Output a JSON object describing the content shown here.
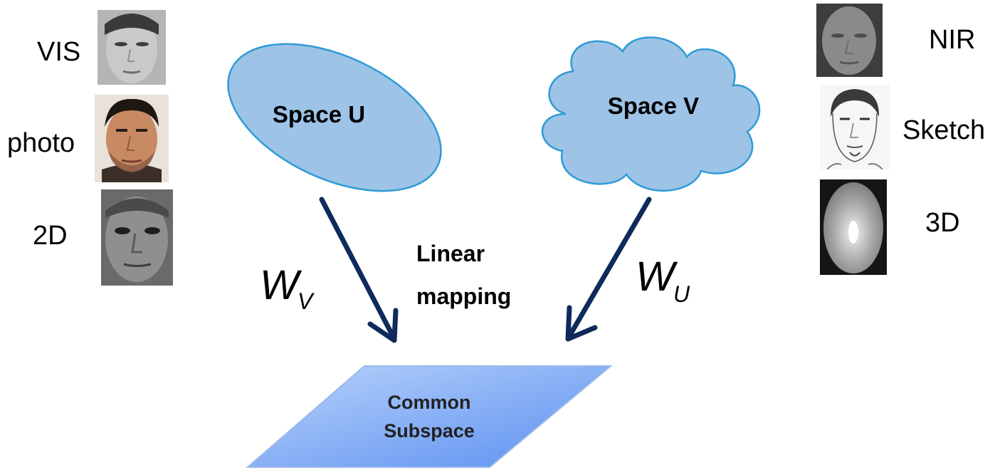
{
  "left_modalities": [
    {
      "label": "VIS",
      "face_icon": "grayscale-face-photo-icon"
    },
    {
      "label": "photo",
      "face_icon": "color-face-photo-icon"
    },
    {
      "label": "2D",
      "face_icon": "grayscale-face-2d-icon"
    }
  ],
  "right_modalities": [
    {
      "label": "NIR",
      "face_icon": "nir-face-photo-icon"
    },
    {
      "label": "Sketch",
      "face_icon": "face-sketch-icon"
    },
    {
      "label": "3D",
      "face_icon": "depth-face-3d-icon"
    }
  ],
  "space_u": {
    "label": "Space U",
    "shape": "ellipse",
    "fill": "#9dc3e6",
    "stroke": "#2e9bd6"
  },
  "space_v": {
    "label": "Space V",
    "shape": "cloud",
    "fill": "#9dc3e6",
    "stroke": "#2e9bd6"
  },
  "mapping": {
    "line1": "Linear",
    "line2": "mapping",
    "arrow_color": "#0f2a5c"
  },
  "weights": {
    "left": {
      "base": "W",
      "sub": "V"
    },
    "right": {
      "base": "W",
      "sub": "U"
    }
  },
  "common_subspace": {
    "line1": "Common",
    "line2": "Subspace",
    "fill_light": "#b9d3fb",
    "fill_dark": "#5b8ff0"
  }
}
